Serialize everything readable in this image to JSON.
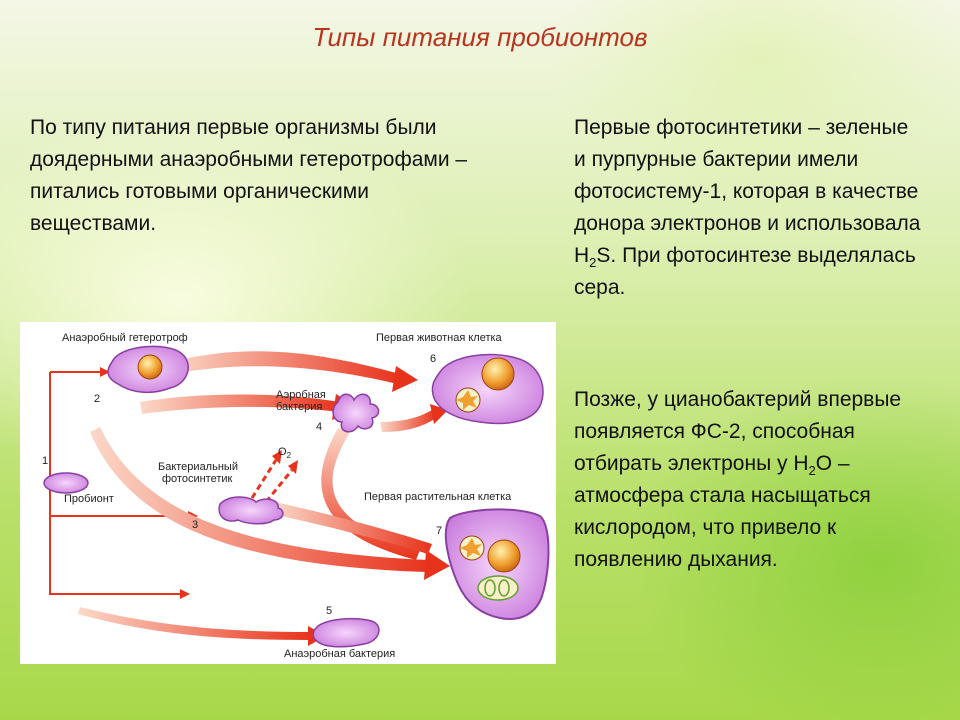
{
  "slide": {
    "title": "Типы питания пробионтов"
  },
  "left_text": {
    "paragraph": "По типу питания первые организмы были доядерными анаэробными гетеротрофами – питались готовыми органическими веществами."
  },
  "right_text": {
    "p1_part1": "Первые фотосинтетики – зеленые и пурпурные бактерии имели фотосистему-1, которая в качестве донора электронов и использовала H",
    "p1_sub": "2",
    "p1_part2": "S. При фотосинтезе выделялась сера.",
    "p2_part1": "Позже, у цианобактерий впервые появляется ФС-2, способная отбирать электроны у H",
    "p2_sub": "2",
    "p2_part2": "O – атмосфера стала насыщаться кислородом, что привело к появлению дыхания."
  },
  "diagram": {
    "anaerobic_heterotroph": "Анаэробный гетеротроф",
    "first_animal_cell": "Первая животная клетка",
    "aerobic_bacterium_line1": "Аэробная",
    "aerobic_bacterium_line2": "бактерия",
    "bacterial_photosynthetic_line1": "Бактериальный",
    "bacterial_photosynthetic_line2": "фотосинтетик",
    "o2_main": "O",
    "o2_sub": "2",
    "probiont": "Пробионт",
    "first_plant_cell": "Первая растительная клетка",
    "anaerobic_bacterium": "Анаэробная бактерия",
    "numbers": [
      "1",
      "2",
      "3",
      "4",
      "5",
      "6",
      "7"
    ],
    "colors": {
      "cell_fill": "#d98ee8",
      "cell_stroke": "#8a3fa0",
      "nucleus": "#f0a030",
      "arrow": "#e8331c"
    }
  }
}
